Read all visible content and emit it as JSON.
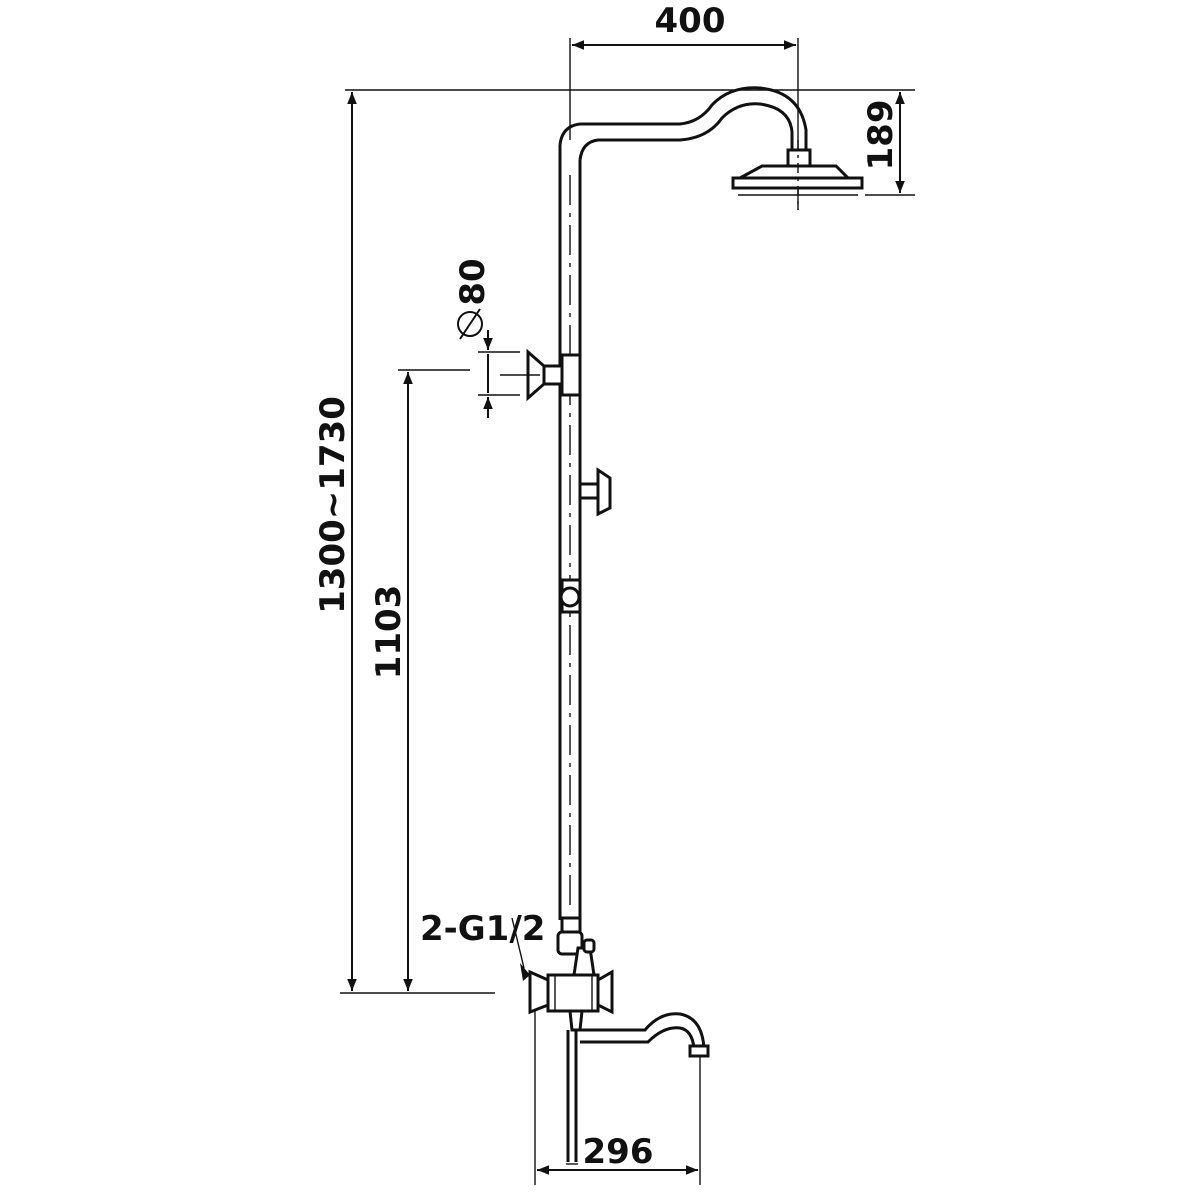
{
  "diagram": {
    "dimensions": {
      "head_width": "400",
      "head_height": "189",
      "total_height": "1300~1730",
      "holder_height": "1103",
      "holder_diameter": "80",
      "inlet": "2-G1/2",
      "base_width": "296"
    },
    "stroke_color": "#111111",
    "background_color": "#ffffff"
  }
}
